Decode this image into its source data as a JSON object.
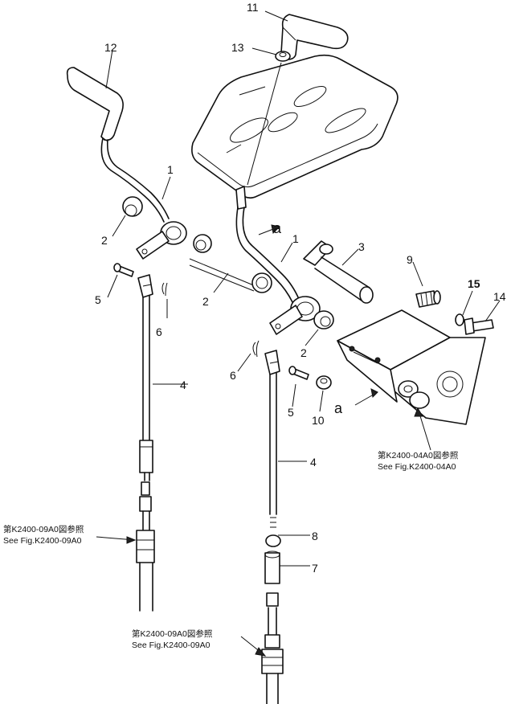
{
  "callouts": [
    {
      "id": "c11",
      "text": "11"
    },
    {
      "id": "c12",
      "text": "12"
    },
    {
      "id": "c13",
      "text": "13"
    },
    {
      "id": "c1a",
      "text": "1"
    },
    {
      "id": "c1b",
      "text": "1"
    },
    {
      "id": "c2a",
      "text": "2"
    },
    {
      "id": "c2b",
      "text": "2"
    },
    {
      "id": "c2c",
      "text": "2"
    },
    {
      "id": "c3",
      "text": "3"
    },
    {
      "id": "c4a",
      "text": "4"
    },
    {
      "id": "c4b",
      "text": "4"
    },
    {
      "id": "c5a",
      "text": "5"
    },
    {
      "id": "c5b",
      "text": "5"
    },
    {
      "id": "c6a",
      "text": "6"
    },
    {
      "id": "c6b",
      "text": "6"
    },
    {
      "id": "c7",
      "text": "7"
    },
    {
      "id": "c8",
      "text": "8"
    },
    {
      "id": "c9",
      "text": "9"
    },
    {
      "id": "c10",
      "text": "10"
    },
    {
      "id": "c14",
      "text": "14"
    },
    {
      "id": "c15",
      "text": "15"
    },
    {
      "id": "ca1",
      "text": "a"
    },
    {
      "id": "ca2",
      "text": "a"
    }
  ],
  "references": {
    "left_jp": "第K2400-09A0図参照",
    "left_en": "See Fig.K2400-09A0",
    "bottom_jp": "第K2400-09A0図参照",
    "bottom_en": "See Fig.K2400-09A0",
    "right_jp": "第K2400-04A0図参照",
    "right_en": "See Fig.K2400-04A0"
  }
}
